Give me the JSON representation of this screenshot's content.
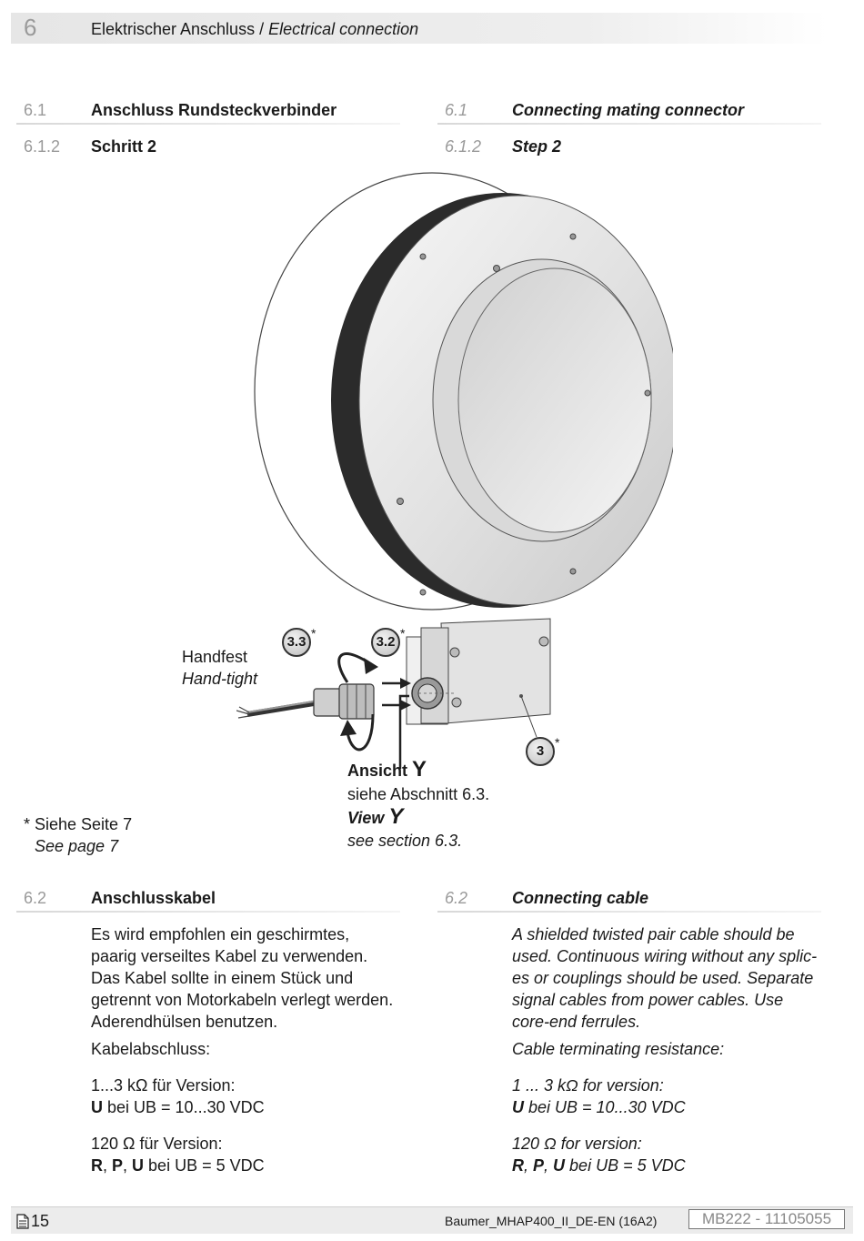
{
  "chapter": {
    "number": "6",
    "title_de": "Elektrischer Anschluss",
    "separator": " / ",
    "title_en": "Electrical connection"
  },
  "section_61": {
    "num": "6.1",
    "title_de": "Anschluss Rundsteckverbinder",
    "title_en": "Connecting mating connector"
  },
  "section_612": {
    "num": "6.1.2",
    "title_de": "Schritt 2",
    "title_en": "Step 2"
  },
  "figure": {
    "handfest": "Handfest",
    "hand_tight": "Hand-tight",
    "callout_33": "3.3",
    "callout_32": "3.2",
    "callout_3": "3",
    "asterisk": "*",
    "ansicht": "Ansicht ",
    "ansicht_letter": "Y",
    "siehe": "siehe Abschnitt 6.3.",
    "view": "View ",
    "view_letter": "Y",
    "see": "see section 6.3."
  },
  "footnote": {
    "de": "* Siehe Seite 7",
    "en": "See page 7"
  },
  "section_62": {
    "num": "6.2",
    "title_de": "Anschlusskabel",
    "title_en": "Connecting cable",
    "de_lines": [
      "Es wird empfohlen ein geschirmtes,",
      "paarig verseiltes Kabel zu verwenden.",
      "Das Kabel sollte in einem Stück und",
      "getrennt von Motorkabeln verlegt werden.",
      "Aderendhülsen benutzen."
    ],
    "en_lines": [
      "A shielded twisted pair cable should be",
      "used. Continuous wiring without any splic-",
      "es or couplings should be used. Separate",
      "signal cables from power cables. Use",
      "core-end ferrules."
    ],
    "de_term": "Kabelabschluss:",
    "en_term": "Cable terminating resistance:",
    "de_r1": "1...3 kΩ für Version:",
    "de_r1b_bold": "U",
    "de_r1b_rest": " bei UB = 10...30 VDC",
    "en_r1": "1 ... 3 kΩ for version:",
    "en_r1b_bold": "U",
    "en_r1b_rest": " bei UB = 10...30 VDC",
    "de_r2": "120 Ω für Version:",
    "en_r2": "120 Ω for version:",
    "r2_b1": "R",
    "r2_sep1": ", ",
    "r2_b2": "P",
    "r2_sep2": ", ",
    "r2_b3": "U",
    "r2_rest": " bei UB = 5 VDC"
  },
  "footer": {
    "page": "15",
    "doc": "Baumer_MHAP400_II_DE-EN  (16A2)",
    "code": "MB222 - 11105055"
  }
}
